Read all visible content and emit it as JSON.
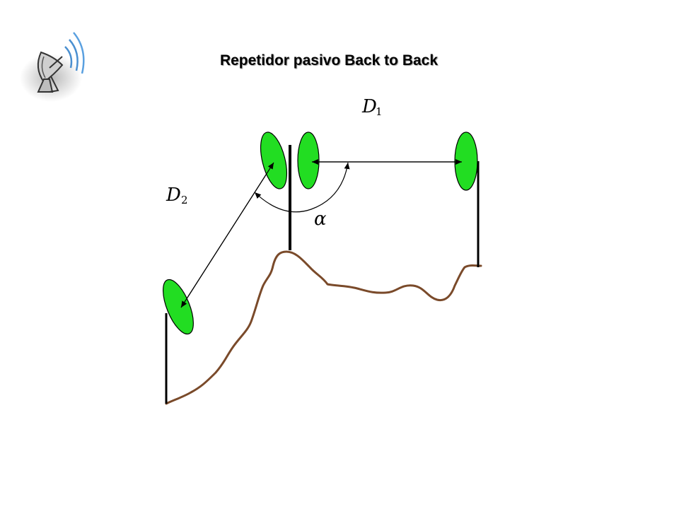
{
  "title": "Repetidor pasivo Back to Back",
  "labels": {
    "d1_main": "D",
    "d1_sub": "1",
    "d2_main": "D",
    "d2_sub": "2",
    "alpha": "α"
  },
  "icons": [
    "satellite-dish-icon"
  ],
  "colors": {
    "antenna_fill": "#22dd22",
    "terrain": "#7a4a2a",
    "lines": "#000000"
  }
}
